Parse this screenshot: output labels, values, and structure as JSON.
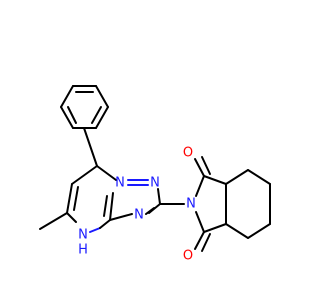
{
  "colors": {
    "carbon_bond": "#000000",
    "nitrogen": "#1a1aff",
    "oxygen": "#ff0000",
    "background": "#ffffff"
  },
  "atoms": {
    "n_triazole_top": "N",
    "n_triazole_right": "N",
    "n_bridge_upper": "N",
    "n_bridge_lower": "N",
    "nh_label": "N",
    "h_label": "H",
    "n_imide": "N",
    "o_top": "O",
    "o_bottom": "O"
  }
}
